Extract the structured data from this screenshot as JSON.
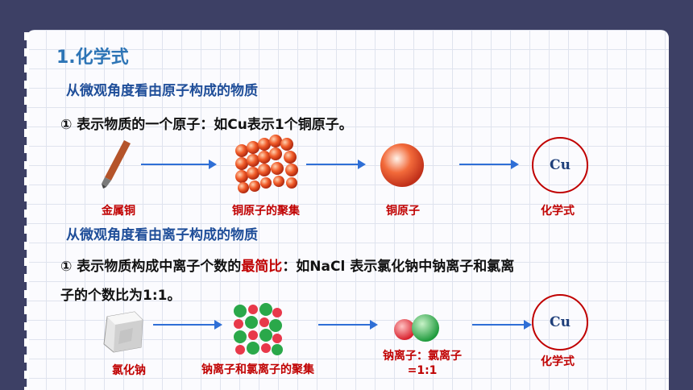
{
  "title": "1.化学式",
  "section1": {
    "heading": "从微观角度看由原子构成的物质",
    "line_prefix": "① 表示物质的一个原子：如Cu表示1个铜原子。",
    "captions": [
      "金属铜",
      "铜原子的聚集",
      "铜原子",
      "化学式"
    ],
    "formula": "Cu"
  },
  "section2": {
    "heading": "从微观角度看由离子构成的物质",
    "line_a": "① 表示物质构成中离子个数的",
    "line_highlight": "最简比",
    "line_b": "：如NaCl 表示氯化钠中钠离子和氯离",
    "line2": "子的个数比为1:1。",
    "captions": [
      "氯化钠",
      "钠离子和氯离子的聚集",
      "钠离子：氯离子",
      "=1:1",
      "化学式"
    ],
    "formula": "Cu"
  },
  "colors": {
    "accent_blue": "#2e75b6",
    "heading_blue": "#1f4e99",
    "highlight_red": "#c00000",
    "background": "#3d4065"
  }
}
